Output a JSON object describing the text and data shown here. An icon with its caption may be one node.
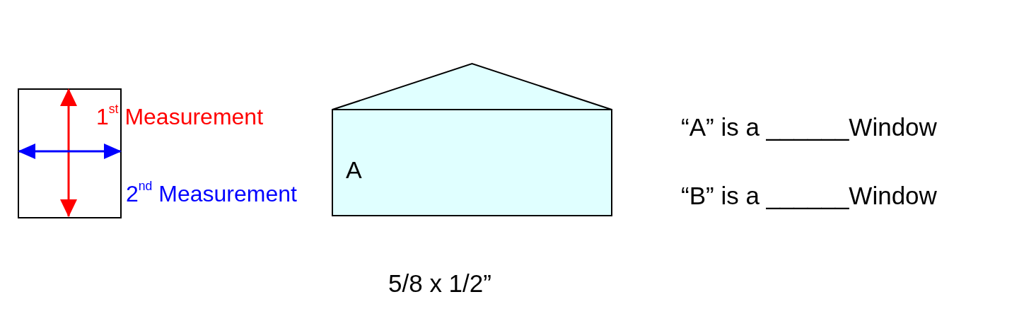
{
  "diagram": {
    "nodes": [
      {
        "text": [],
        "shape": "box"
      },
      {
        "text": [
          "A"
        ]
      }
    ],
    "edges": [],
    "labels": [
      "1$^{st}$ Measurement",
      "2$^{nd}$ Measurement",
      "“A” is a ______Window",
      "“B” is a ______Window",
      "5/8 x 1/2”"
    ]
  }
}
